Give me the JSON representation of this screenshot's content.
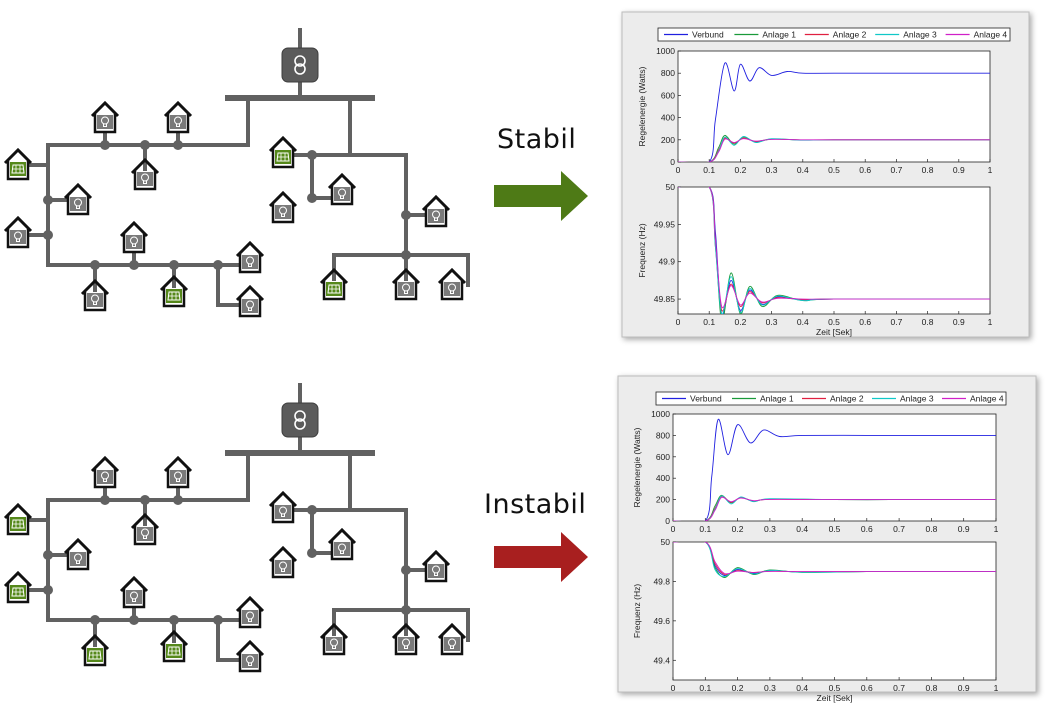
{
  "labels": {
    "stable": "Stabil",
    "unstable": "Instabil"
  },
  "colors": {
    "stable_arrow": "#4e7a16",
    "unstable_arrow": "#a81f1f",
    "grid_line": "#616161",
    "house_outline": "#111111",
    "bulb_tile": "#7a7a7a",
    "solar_tile": "#55881a",
    "transformer": "#5b5b5b"
  },
  "icons": {
    "load": "light-bulb-icon",
    "generator": "solar-panel-icon",
    "substation": "transformer-icon"
  },
  "charts": [
    {
      "id": "stable",
      "legend": [
        {
          "name": "Verbund",
          "color": "#2020e0"
        },
        {
          "name": "Anlage 1",
          "color": "#1a9a3a"
        },
        {
          "name": "Anlage 2",
          "color": "#e02040"
        },
        {
          "name": "Anlage 3",
          "color": "#10c8c8"
        },
        {
          "name": "Anlage 4",
          "color": "#d020c8"
        }
      ],
      "top": {
        "ylabel": "Regelenergie (Watts)",
        "yticks": [
          "0",
          "200",
          "400",
          "600",
          "800",
          "1000"
        ],
        "xticks": [
          "0",
          "0.1",
          "0.2",
          "0.3",
          "0.4",
          "0.5",
          "0.6",
          "0.7",
          "0.8",
          "0.9",
          "1"
        ]
      },
      "bottom": {
        "ylabel": "Frequenz (Hz)",
        "yticks": [
          "49.85",
          "49.9",
          "49.95",
          "50"
        ],
        "xticks": [
          "0",
          "0.1",
          "0.2",
          "0.3",
          "0.4",
          "0.5",
          "0.6",
          "0.7",
          "0.8",
          "0.9",
          "1"
        ],
        "xlabel": "Zeit [Sek]"
      }
    },
    {
      "id": "unstable",
      "legend": [
        {
          "name": "Verbund",
          "color": "#2020e0"
        },
        {
          "name": "Anlage 1",
          "color": "#1a9a3a"
        },
        {
          "name": "Anlage 2",
          "color": "#e02040"
        },
        {
          "name": "Anlage 3",
          "color": "#10c8c8"
        },
        {
          "name": "Anlage 4",
          "color": "#d020c8"
        }
      ],
      "top": {
        "ylabel": "Regelenergie (Watts)",
        "yticks": [
          "0",
          "200",
          "400",
          "600",
          "800",
          "1000"
        ],
        "xticks": [
          "0",
          "0.1",
          "0.2",
          "0.3",
          "0.4",
          "0.5",
          "0.6",
          "0.7",
          "0.8",
          "0.9",
          "1"
        ]
      },
      "bottom": {
        "ylabel": "Frequenz (Hz)",
        "yticks": [
          "49.4",
          "49.6",
          "49.8",
          "50"
        ],
        "xticks": [
          "0",
          "0.1",
          "0.2",
          "0.3",
          "0.4",
          "0.5",
          "0.6",
          "0.7",
          "0.8",
          "0.9",
          "1"
        ],
        "xlabel": "Zeit [Sek]"
      }
    }
  ],
  "chart_data": [
    {
      "type": "line",
      "panel": "stable-top",
      "ylabel": "Regelenergie (Watts)",
      "xlim": [
        0,
        1
      ],
      "ylim": [
        0,
        1000
      ],
      "series": [
        {
          "name": "Verbund",
          "x": [
            0,
            0.1,
            0.12,
            0.15,
            0.18,
            0.2,
            0.23,
            0.26,
            0.3,
            0.35,
            0.4,
            0.5,
            1
          ],
          "y": [
            0,
            0,
            380,
            890,
            640,
            880,
            730,
            850,
            780,
            815,
            800,
            800,
            800
          ]
        },
        {
          "name": "Anlage 1",
          "x": [
            0,
            0.1,
            0.13,
            0.15,
            0.18,
            0.21,
            0.25,
            0.3,
            0.4,
            0.5,
            1
          ],
          "y": [
            0,
            0,
            130,
            240,
            160,
            225,
            180,
            205,
            198,
            200,
            200
          ]
        },
        {
          "name": "Anlage 2",
          "x": [
            0,
            0.1,
            0.13,
            0.15,
            0.18,
            0.21,
            0.25,
            0.3,
            0.4,
            0.5,
            1
          ],
          "y": [
            0,
            0,
            110,
            215,
            170,
            215,
            185,
            207,
            199,
            200,
            200
          ]
        },
        {
          "name": "Anlage 3",
          "x": [
            0,
            0.1,
            0.13,
            0.15,
            0.18,
            0.21,
            0.25,
            0.3,
            0.4,
            0.5,
            1
          ],
          "y": [
            0,
            0,
            100,
            225,
            150,
            230,
            175,
            210,
            196,
            200,
            200
          ]
        },
        {
          "name": "Anlage 4",
          "x": [
            0,
            0.1,
            0.13,
            0.15,
            0.18,
            0.21,
            0.25,
            0.3,
            0.4,
            0.5,
            1
          ],
          "y": [
            0,
            0,
            90,
            205,
            175,
            210,
            188,
            204,
            200,
            200,
            200
          ]
        }
      ]
    },
    {
      "type": "line",
      "panel": "stable-bottom",
      "ylabel": "Frequenz (Hz)",
      "xlabel": "Zeit [Sek]",
      "xlim": [
        0,
        1
      ],
      "ylim": [
        49.83,
        50
      ],
      "series": [
        {
          "name": "Verbund",
          "x": [
            0,
            0.1,
            0.12,
            0.14,
            0.17,
            0.2,
            0.23,
            0.27,
            0.32,
            0.4,
            0.5,
            1
          ],
          "y": [
            50,
            50,
            49.94,
            49.83,
            49.875,
            49.835,
            49.862,
            49.843,
            49.853,
            49.849,
            49.85,
            49.85
          ]
        },
        {
          "name": "Anlage 1",
          "x": [
            0,
            0.1,
            0.12,
            0.14,
            0.17,
            0.2,
            0.23,
            0.27,
            0.32,
            0.4,
            0.5,
            1
          ],
          "y": [
            50,
            50,
            49.93,
            49.82,
            49.885,
            49.83,
            49.867,
            49.84,
            49.855,
            49.848,
            49.85,
            49.85
          ]
        },
        {
          "name": "Anlage 2",
          "x": [
            0,
            0.1,
            0.12,
            0.14,
            0.17,
            0.2,
            0.23,
            0.27,
            0.32,
            0.4,
            0.5,
            1
          ],
          "y": [
            50,
            50,
            49.92,
            49.835,
            49.87,
            49.84,
            49.86,
            49.845,
            49.852,
            49.849,
            49.85,
            49.85
          ]
        },
        {
          "name": "Anlage 3",
          "x": [
            0,
            0.1,
            0.12,
            0.14,
            0.17,
            0.2,
            0.23,
            0.27,
            0.32,
            0.4,
            0.5,
            1
          ],
          "y": [
            50,
            50,
            49.92,
            49.83,
            49.88,
            49.832,
            49.864,
            49.842,
            49.854,
            49.848,
            49.85,
            49.85
          ]
        },
        {
          "name": "Anlage 4",
          "x": [
            0,
            0.1,
            0.12,
            0.14,
            0.17,
            0.2,
            0.23,
            0.27,
            0.32,
            0.4,
            0.5,
            1
          ],
          "y": [
            50,
            50,
            49.93,
            49.84,
            49.868,
            49.842,
            49.858,
            49.846,
            49.851,
            49.85,
            49.85,
            49.85
          ]
        }
      ]
    },
    {
      "type": "line",
      "panel": "unstable-top",
      "ylabel": "Regelenergie (Watts)",
      "xlim": [
        0,
        1
      ],
      "ylim": [
        0,
        1000
      ],
      "series": [
        {
          "name": "Verbund",
          "x": [
            0,
            0.1,
            0.12,
            0.14,
            0.17,
            0.2,
            0.24,
            0.28,
            0.33,
            0.4,
            0.6,
            0.8,
            1
          ],
          "y": [
            0,
            0,
            420,
            950,
            620,
            900,
            730,
            850,
            790,
            800,
            800,
            800,
            800
          ]
        },
        {
          "name": "Anlage 1",
          "x": [
            0,
            0.1,
            0.13,
            0.15,
            0.18,
            0.21,
            0.25,
            0.3,
            0.5,
            0.7,
            0.9,
            1
          ],
          "y": [
            0,
            0,
            140,
            240,
            170,
            220,
            185,
            205,
            200,
            200,
            200,
            200
          ]
        },
        {
          "name": "Anlage 2",
          "x": [
            0,
            0.1,
            0.13,
            0.15,
            0.18,
            0.21,
            0.25,
            0.3,
            0.5,
            0.7,
            0.9,
            1
          ],
          "y": [
            0,
            0,
            120,
            230,
            175,
            218,
            188,
            203,
            200,
            200,
            200,
            200
          ]
        },
        {
          "name": "Anlage 3",
          "x": [
            0,
            0.1,
            0.13,
            0.15,
            0.18,
            0.21,
            0.25,
            0.3,
            0.5,
            0.7,
            0.9,
            1
          ],
          "y": [
            0,
            0,
            110,
            235,
            160,
            225,
            180,
            208,
            200,
            200,
            200,
            200
          ]
        },
        {
          "name": "Anlage 4",
          "x": [
            0,
            0.1,
            0.13,
            0.15,
            0.18,
            0.21,
            0.25,
            0.3,
            0.5,
            0.7,
            0.9,
            1
          ],
          "y": [
            0,
            0,
            100,
            220,
            180,
            215,
            190,
            202,
            200,
            200,
            200,
            200
          ]
        }
      ]
    },
    {
      "type": "line",
      "panel": "unstable-bottom",
      "ylabel": "Frequenz (Hz)",
      "xlabel": "Zeit [Sek]",
      "xlim": [
        0,
        1
      ],
      "ylim": [
        49.3,
        50
      ],
      "series": [
        {
          "name": "Verbund",
          "x": [
            0,
            0.1,
            0.13,
            0.16,
            0.2,
            0.25,
            0.3,
            0.4,
            0.6,
            0.8,
            1
          ],
          "y": [
            50,
            50,
            49.88,
            49.83,
            49.86,
            49.84,
            49.855,
            49.848,
            49.85,
            49.85,
            49.85
          ]
        },
        {
          "name": "Anlage 1",
          "x": [
            0,
            0.1,
            0.13,
            0.16,
            0.2,
            0.25,
            0.3,
            0.4,
            0.6,
            0.8,
            1
          ],
          "y": [
            50,
            50,
            49.87,
            49.82,
            49.87,
            49.835,
            49.858,
            49.846,
            49.85,
            49.85,
            49.85
          ]
        },
        {
          "name": "Anlage 2",
          "x": [
            0,
            0.1,
            0.13,
            0.16,
            0.2,
            0.25,
            0.3,
            0.4,
            0.6,
            0.8,
            1
          ],
          "y": [
            50,
            50,
            49.89,
            49.835,
            49.855,
            49.845,
            49.852,
            49.849,
            49.85,
            49.85,
            49.85
          ]
        },
        {
          "name": "Anlage 3",
          "x": [
            0,
            0.1,
            0.13,
            0.16,
            0.2,
            0.25,
            0.3,
            0.4,
            0.6,
            0.8,
            1
          ],
          "y": [
            50,
            50,
            49.86,
            49.825,
            49.865,
            49.838,
            49.856,
            49.847,
            49.85,
            49.85,
            49.85
          ]
        },
        {
          "name": "Anlage 4",
          "x": [
            0,
            0.1,
            0.13,
            0.16,
            0.2,
            0.25,
            0.3,
            0.4,
            0.6,
            0.8,
            1
          ],
          "y": [
            50,
            50,
            49.9,
            49.84,
            49.852,
            49.846,
            49.851,
            49.85,
            49.85,
            49.85,
            49.85
          ]
        }
      ]
    }
  ]
}
